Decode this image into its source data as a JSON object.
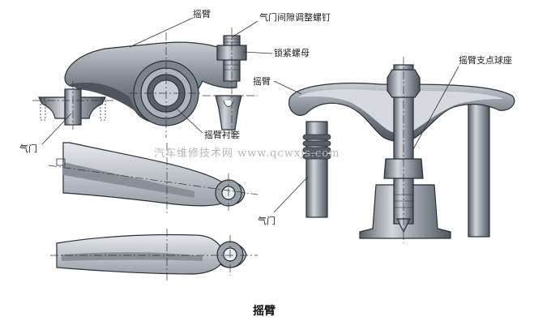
{
  "labels": {
    "rocker_top": "摇臂",
    "adjust_screw": "气门间隙调整螺钉",
    "lock_nut": "锁紧螺母",
    "valve_left": "气门",
    "bushing": "摇臂衬套",
    "rocker_right": "摇臂",
    "pivot_ball": "摇臂支点球座",
    "valve_right": "气门"
  },
  "watermark": "汽车维修技术网 www.qcwxjs.com",
  "caption": "摇臂",
  "colors": {
    "metal_dark": "#4f555d",
    "metal_mid": "#7c838c",
    "metal_light": "#c9ced4",
    "outline": "#2b2f36"
  }
}
